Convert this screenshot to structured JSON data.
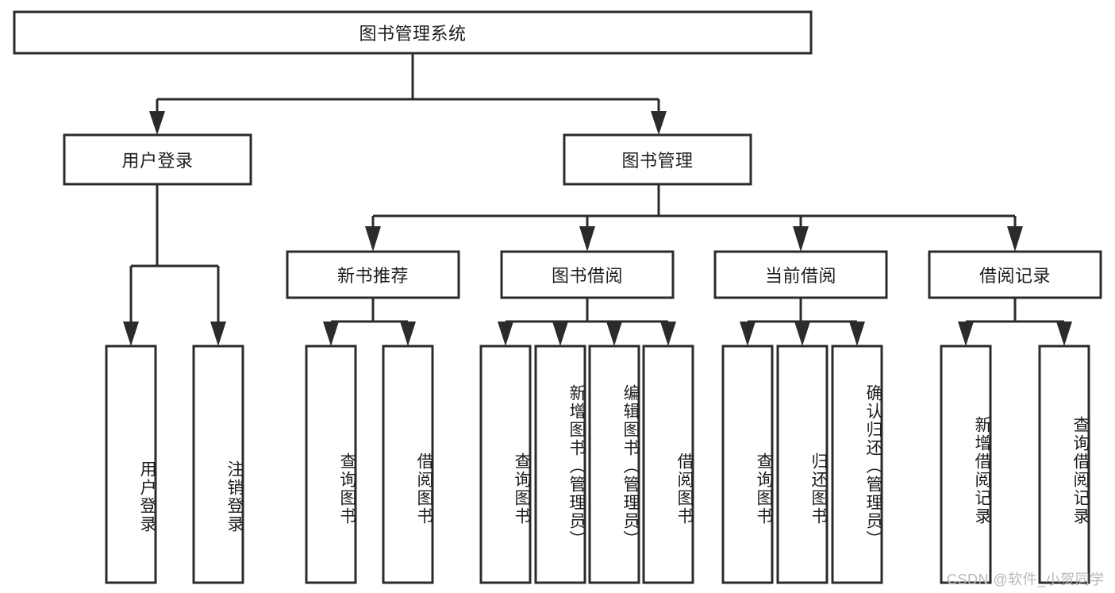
{
  "diagram": {
    "title": "图书管理系统",
    "type": "tree-hierarchy-diagram",
    "colors": {
      "box_stroke": "#2b2b2b",
      "box_fill": "#ffffff",
      "text": "#1d1d1d",
      "watermark": "#b9b9b9",
      "background": "#ffffff"
    },
    "root": {
      "label": "图书管理系统"
    },
    "level2": [
      {
        "label": "用户登录"
      },
      {
        "label": "图书管理"
      }
    ],
    "level3": [
      {
        "label": "新书推荐"
      },
      {
        "label": "图书借阅"
      },
      {
        "label": "当前借阅"
      },
      {
        "label": "借阅记录"
      }
    ],
    "leaves": {
      "user_login": [
        {
          "label": "用户登录"
        },
        {
          "label": "注销登录"
        }
      ],
      "new_book_recommend": [
        {
          "label": "查询图书"
        },
        {
          "label": "借阅图书"
        }
      ],
      "book_borrow": [
        {
          "label": "查询图书"
        },
        {
          "label": "新增图书（管理员）"
        },
        {
          "label": "编辑图书（管理员）"
        },
        {
          "label": "借阅图书"
        }
      ],
      "current_borrow": [
        {
          "label": "查询图书"
        },
        {
          "label": "归还图书"
        },
        {
          "label": "确认归还（管理员）"
        }
      ],
      "borrow_record": [
        {
          "label": "新增借阅记录"
        },
        {
          "label": "查询借阅记录"
        }
      ]
    }
  },
  "watermark": {
    "text": "CSDN @软件_小贺同学"
  }
}
